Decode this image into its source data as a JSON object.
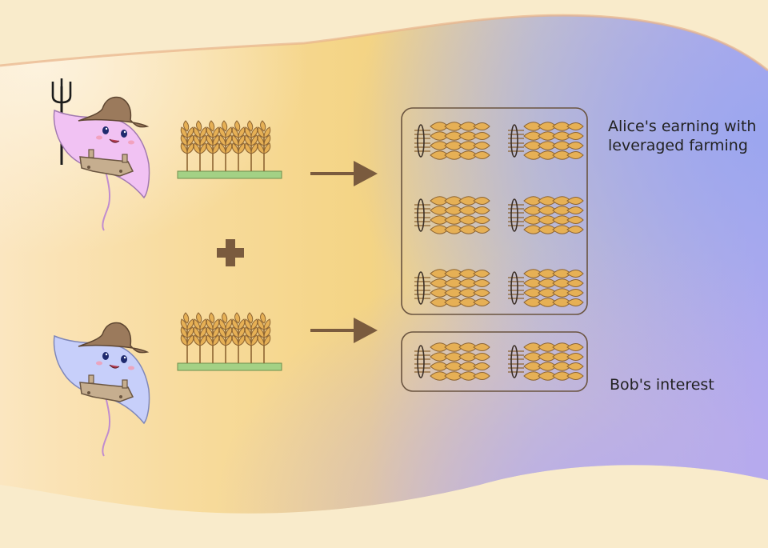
{
  "labels": {
    "alice_earning": "Alice's earning with leveraged farming",
    "bob_interest": "Bob's interest"
  },
  "colors": {
    "background": "#f9ebcb",
    "wheat": "#e6b055",
    "wheat_outline": "#8d6432",
    "ground": "#a3d185",
    "arrow": "#7a5b3e",
    "plus": "#7a5b3e",
    "box_outline": "#6a5440",
    "alice_body": "#f1c2f3",
    "bob_body": "#c7cffa",
    "hat": "#9b7a5c"
  },
  "figures": {
    "alice": {
      "icon": "stingray-farmer-with-pitchfork-icon"
    },
    "bob": {
      "icon": "stingray-farmer-icon"
    }
  },
  "alice_bundles": 6,
  "bob_bundles": 2
}
